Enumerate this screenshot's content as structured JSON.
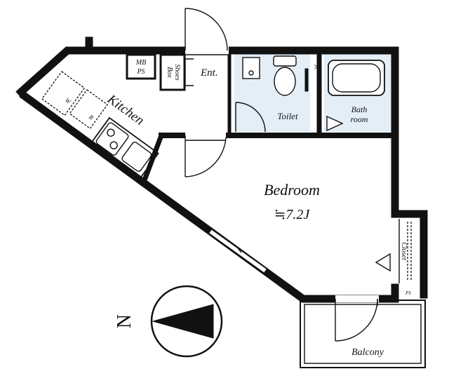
{
  "rooms": {
    "mb_ps": [
      "MB",
      "PS"
    ],
    "shoes_box": [
      "Shoes",
      "Box"
    ],
    "entrance": "Ent.",
    "kitchen": "Kitchen",
    "washer": "W",
    "fridge": "R",
    "toilet": "Toilet",
    "bath": [
      "Bath",
      "room"
    ],
    "bedroom": "Bedroom",
    "bedroom_size": "≒7.2J",
    "closet": "Closet",
    "ps_small": "PS",
    "ps_bath": "PS",
    "balcony": "Balcony"
  },
  "compass": {
    "north_label": "N"
  },
  "colors": {
    "wall": "#111111",
    "wet_area": "#e3eef7",
    "background": "#ffffff"
  }
}
